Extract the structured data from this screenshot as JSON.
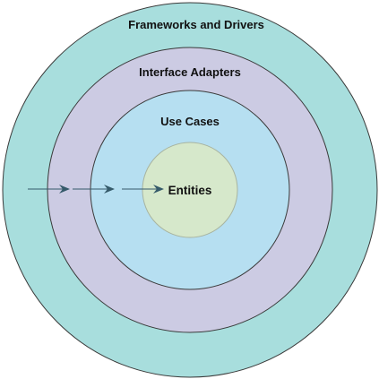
{
  "diagram": {
    "rings": [
      {
        "id": "frameworks",
        "label": "Frameworks and Drivers",
        "fill": "#a8dedd",
        "stroke": "#3a3a3a"
      },
      {
        "id": "adapters",
        "label": "Interface Adapters",
        "fill": "#cccbe3",
        "stroke": "#3a3a3a"
      },
      {
        "id": "usecases",
        "label": "Use Cases",
        "fill": "#b6dff1",
        "stroke": "#3a3a3a"
      },
      {
        "id": "entities",
        "label": "Entities",
        "fill": "#d6e8cb",
        "stroke": "#a8b4a0"
      }
    ],
    "arrow_color": "#355a6a"
  }
}
